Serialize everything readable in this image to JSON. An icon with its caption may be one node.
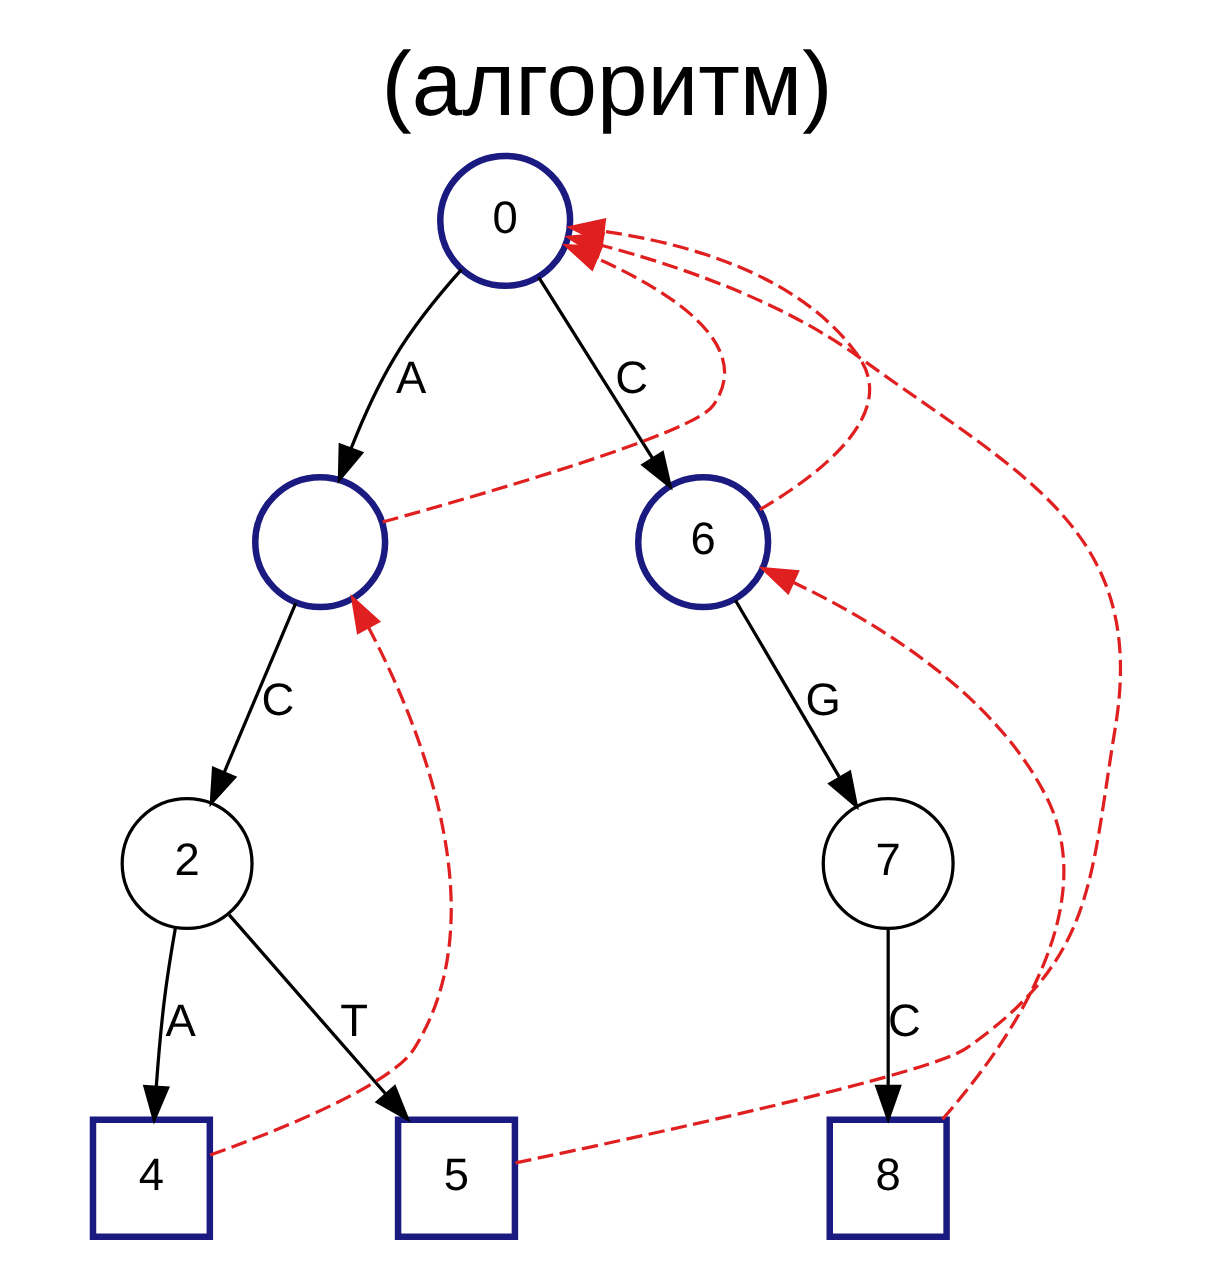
{
  "diagram": {
    "title": "(алгоритм)",
    "nodes": [
      {
        "text": [
          "0"
        ]
      },
      {
        "text": [],
        "shape": "circle"
      },
      {
        "text": [
          "2"
        ]
      },
      {
        "text": [
          "4"
        ]
      },
      {
        "text": [
          "5"
        ]
      },
      {
        "text": [
          "6"
        ]
      },
      {
        "text": [
          "7"
        ]
      },
      {
        "text": [
          "8"
        ]
      }
    ],
    "edges": [
      {
        "from": 0,
        "to": 1,
        "arrow": "to",
        "label": "A"
      },
      {
        "from": 0,
        "to": 5,
        "arrow": "to",
        "label": "C"
      },
      {
        "from": 1,
        "to": 2,
        "arrow": "to",
        "label": "C"
      },
      {
        "from": 5,
        "to": 6,
        "arrow": "to",
        "label": "G"
      },
      {
        "from": 2,
        "to": 3,
        "arrow": "to",
        "label": "A"
      },
      {
        "from": 2,
        "to": 4,
        "arrow": "to",
        "label": "T"
      },
      {
        "from": 6,
        "to": 7,
        "arrow": "to",
        "label": "C"
      },
      {
        "from": 1,
        "to": 0,
        "arrow": "to",
        "style": "dashed",
        "color": "#e02020"
      },
      {
        "from": 4,
        "to": 0,
        "arrow": "to",
        "style": "dashed",
        "color": "#e02020"
      },
      {
        "from": 5,
        "to": 0,
        "arrow": "to",
        "style": "dashed",
        "color": "#e02020"
      },
      {
        "from": 3,
        "to": 1,
        "arrow": "to",
        "style": "dashed",
        "color": "#e02020"
      },
      {
        "from": 7,
        "to": 5,
        "arrow": "to",
        "style": "dashed",
        "color": "#e02020"
      }
    ]
  }
}
